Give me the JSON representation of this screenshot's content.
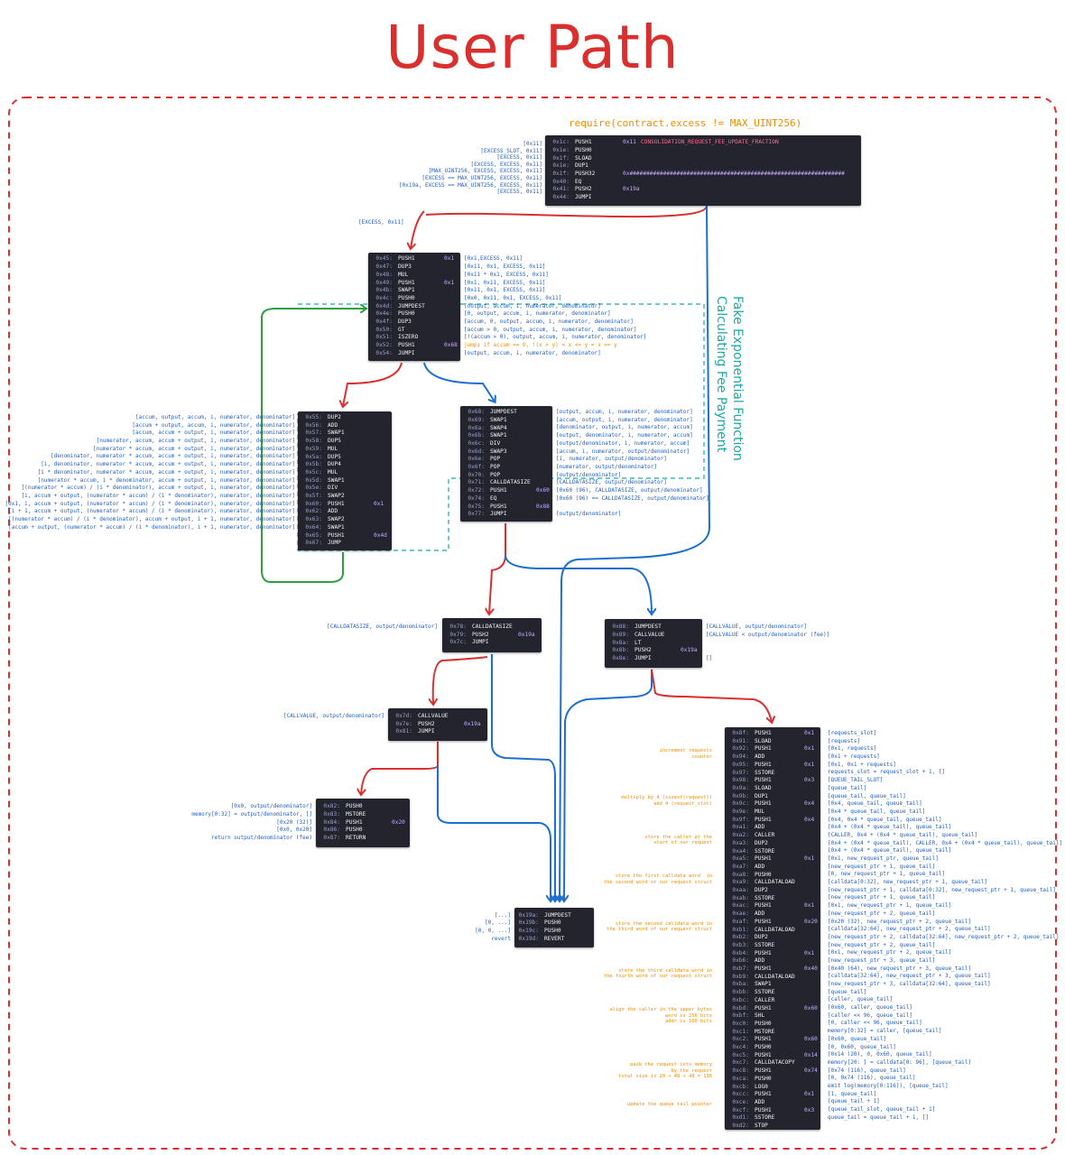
{
  "title": "User Path",
  "requirement": "require(contract.excess != MAX_UINT256)",
  "side_label": [
    "Fake Exponential Function",
    "Calculating Fee Payment"
  ],
  "edge_label": "[EXCESS, 0x11]",
  "colors": {
    "title": "#d9302f",
    "arrow_red": "#d9302f",
    "arrow_blue": "#1c6fd1",
    "arrow_green": "#2f9e44",
    "stack": "#1f5fbf",
    "note": "#f08c00",
    "block_bg": "#24242f",
    "dashed_teal": "#1aa9a9"
  },
  "blocks": [
    {
      "id": "check-excess",
      "rows": [
        {
          "pc": "0x1c:",
          "op": "PUSH1",
          "arg": "0x11",
          "arg2": "CONSOLIDATION_REQUEST_FEE_UPDATE_FRACTION"
        },
        {
          "pc": "0x1e:",
          "op": "PUSH0",
          "arg": ""
        },
        {
          "pc": "0x1f:",
          "op": "SLOAD",
          "arg": ""
        },
        {
          "pc": "0x1e:",
          "op": "DUP1",
          "arg": ""
        },
        {
          "pc": "0x1f:",
          "op": "PUSH32",
          "arg": "0x################################################################"
        },
        {
          "pc": "0x40:",
          "op": "EQ",
          "arg": ""
        },
        {
          "pc": "0x41:",
          "op": "PUSH2",
          "arg": "0x19a"
        },
        {
          "pc": "0x44:",
          "op": "JUMPI",
          "arg": ""
        }
      ],
      "stack_left": [
        "[0x11]",
        "[EXCESS_SLOT, 0x11]",
        "[EXCESS, 0x11]",
        "[EXCESS, EXCESS, 0x11]",
        "[MAX_UINT256, EXCESS, EXCESS, 0x11]",
        "[EXCESS == MAX_UINT256, EXCESS, 0x11]",
        "[0x19a, EXCESS == MAX_UINT256, EXCESS, 0x11]",
        "[EXCESS, 0x11]"
      ]
    },
    {
      "id": "fake-exp-init",
      "rows": [
        {
          "pc": "0x45:",
          "op": "PUSH1",
          "arg": "0x1"
        },
        {
          "pc": "0x47:",
          "op": "DUP3",
          "arg": ""
        },
        {
          "pc": "0x48:",
          "op": "MUL",
          "arg": ""
        },
        {
          "pc": "0x49:",
          "op": "PUSH1",
          "arg": "0x1"
        },
        {
          "pc": "0x4b:",
          "op": "SWAP1",
          "arg": ""
        },
        {
          "pc": "0x4c:",
          "op": "PUSH0",
          "arg": ""
        },
        {
          "pc": "0x4d:",
          "op": "JUMPDEST",
          "arg": ""
        },
        {
          "pc": "0x4e:",
          "op": "PUSH0",
          "arg": ""
        },
        {
          "pc": "0x4f:",
          "op": "DUP3",
          "arg": ""
        },
        {
          "pc": "0x50:",
          "op": "GT",
          "arg": ""
        },
        {
          "pc": "0x51:",
          "op": "ISZERO",
          "arg": ""
        },
        {
          "pc": "0x52:",
          "op": "PUSH1",
          "arg": "0x68"
        },
        {
          "pc": "0x54:",
          "op": "JUMPI",
          "arg": ""
        }
      ],
      "stack_right": [
        "[0x1,EXCESS, 0x11]",
        "[0x11, 0x1, EXCESS, 0x11]",
        "[0x11 * 0x1, EXCESS, 0x11]",
        "[0x1, 0x11, EXCESS, 0x11]",
        "[0x11, 0x1, EXCESS, 0x11]",
        "[0x0, 0x11, 0x1, EXCESS, 0x11]",
        "[output, accum, i, numerator, denominator]",
        "[0, output, accum, i, numerator, denominator]",
        "[accum, 0, output, accum, i, numerator, denominator]",
        "[accum > 0, output, accum, i, numerator, denominator]",
        "[!(accum > 0), output, accum, i, numerator, denominator]",
        "jumps if accum == 0, !(x > y) = x <= y = x == y",
        "[output, accum, i, numerator, denominator]"
      ]
    },
    {
      "id": "loop-body",
      "rows": [
        {
          "pc": "0x55:",
          "op": "DUP2",
          "arg": ""
        },
        {
          "pc": "0x56:",
          "op": "ADD",
          "arg": ""
        },
        {
          "pc": "0x57:",
          "op": "SWAP1",
          "arg": ""
        },
        {
          "pc": "0x58:",
          "op": "DUP5",
          "arg": ""
        },
        {
          "pc": "0x59:",
          "op": "MUL",
          "arg": ""
        },
        {
          "pc": "0x5a:",
          "op": "DUP5",
          "arg": ""
        },
        {
          "pc": "0x5b:",
          "op": "DUP4",
          "arg": ""
        },
        {
          "pc": "0x5c:",
          "op": "MUL",
          "arg": ""
        },
        {
          "pc": "0x5d:",
          "op": "SWAP1",
          "arg": ""
        },
        {
          "pc": "0x5e:",
          "op": "DIV",
          "arg": ""
        },
        {
          "pc": "0x5f:",
          "op": "SWAP2",
          "arg": ""
        },
        {
          "pc": "0x60:",
          "op": "PUSH1",
          "arg": "0x1"
        },
        {
          "pc": "0x62:",
          "op": "ADD",
          "arg": ""
        },
        {
          "pc": "0x63:",
          "op": "SWAP2",
          "arg": ""
        },
        {
          "pc": "0x64:",
          "op": "SWAP1",
          "arg": ""
        },
        {
          "pc": "0x65:",
          "op": "PUSH1",
          "arg": "0x4d"
        },
        {
          "pc": "0x67:",
          "op": "JUMP",
          "arg": ""
        }
      ],
      "stack_left": [
        "[accum, output, accum, i, numerator, denominator]",
        "[accum + output, accum, i, numerator, denominator]",
        "[accum, accum + output, i, numerator, denominator]",
        "[numerator, accum, accum + output, i, numerator, denominator]",
        "[numerator * accum, accum + output, i, numerator, denominator]",
        "[denominator, numerator * accum, accum + output, i, numerator, denominator]",
        "[i, denominator, numerator * accum, accum + output, i, numerator, denominator]",
        "[i * denominator, numerator * accum, accum + output, i, numerator, denominator]",
        "[numerator * accum, i * denominator, accum + output, i, numerator, denominator]",
        "[(numerator * accum) / (i * denominator), accum + output, i, numerator, denominator]",
        "[i, accum + output, (numerator * accum) / (i * denominator), numerator, denominator]",
        "[0x1, i, accum + output, (numerator * accum) / (i * denominator), numerator, denominator]",
        "[i + 1, accum + output, (numerator * accum) / (i * denominator), numerator, denominator]",
        "[(numerator * accum) / (i * denominator), accum + output, i + 1, numerator, denominator]",
        "[accum + output, (numerator * accum) / (i * denominator), i + 1, numerator, denominator]"
      ]
    },
    {
      "id": "loop-exit",
      "rows": [
        {
          "pc": "0x68:",
          "op": "JUMPDEST",
          "arg": ""
        },
        {
          "pc": "0x69:",
          "op": "SWAP1",
          "arg": ""
        },
        {
          "pc": "0x6a:",
          "op": "SWAP4",
          "arg": ""
        },
        {
          "pc": "0x6b:",
          "op": "SWAP1",
          "arg": ""
        },
        {
          "pc": "0x6c:",
          "op": "DIV",
          "arg": ""
        },
        {
          "pc": "0x6d:",
          "op": "SWAP3",
          "arg": ""
        },
        {
          "pc": "0x6e:",
          "op": "POP",
          "arg": ""
        },
        {
          "pc": "0x6f:",
          "op": "POP",
          "arg": ""
        },
        {
          "pc": "0x70:",
          "op": "POP",
          "arg": ""
        },
        {
          "pc": "0x71:",
          "op": "CALLDATASIZE",
          "arg": ""
        },
        {
          "pc": "0x72:",
          "op": "PUSH1",
          "arg": "0x60"
        },
        {
          "pc": "0x74:",
          "op": "EQ",
          "arg": ""
        },
        {
          "pc": "0x75:",
          "op": "PUSH1",
          "arg": "0x88"
        },
        {
          "pc": "0x77:",
          "op": "JUMPI",
          "arg": ""
        }
      ],
      "stack_right": [
        "[output, accum, i, numerator, denominator]",
        "[accum, output, i, numerator, denominator]",
        "[denominator, output, i, numerator, accum]",
        "[output, denominator, i, numerator, accum]",
        "[output/denominator, i, numerator, accum]",
        "[accum, i, numerator, output/denominator]",
        "[i, numerator, output/denominator]",
        "[numerator, output/denominator]",
        "[output/denominator]",
        "[CALLDATASIZE, output/denominator]",
        "[0x60 (96), CALLDATASIZE, output/denominator]",
        "[0x60 (96) == CALLDATASIZE, output/denominator]",
        "",
        "[output/denominator]"
      ]
    },
    {
      "id": "check-calldatasize",
      "rows": [
        {
          "pc": "0x78:",
          "op": "CALLDATASIZE",
          "arg": ""
        },
        {
          "pc": "0x79:",
          "op": "PUSH2",
          "arg": "0x19a"
        },
        {
          "pc": "0x7c:",
          "op": "JUMPI",
          "arg": ""
        }
      ],
      "stack_left": [
        "[CALLDATASIZE, output/denominator]"
      ]
    },
    {
      "id": "check-callvalue",
      "rows": [
        {
          "pc": "0x88:",
          "op": "JUMPDEST",
          "arg": ""
        },
        {
          "pc": "0x89:",
          "op": "CALLVALUE",
          "arg": ""
        },
        {
          "pc": "0x8a:",
          "op": "LT",
          "arg": ""
        },
        {
          "pc": "0x8b:",
          "op": "PUSH2",
          "arg": "0x19a"
        },
        {
          "pc": "0x8e:",
          "op": "JUMPI",
          "arg": ""
        }
      ],
      "stack_right": [
        "[CALLVALUE, output/denominator]",
        "[CALLVALUE < output/denominator (fee)]",
        "",
        "",
        "[]"
      ]
    },
    {
      "id": "get-fee",
      "rows": [
        {
          "pc": "0x7d:",
          "op": "CALLVALUE",
          "arg": ""
        },
        {
          "pc": "0x7e:",
          "op": "PUSH2",
          "arg": "0x19a"
        },
        {
          "pc": "0x81:",
          "op": "JUMPI",
          "arg": ""
        }
      ],
      "stack_left": [
        "[CALLVALUE, output/denominator]"
      ]
    },
    {
      "id": "return-fee",
      "rows": [
        {
          "pc": "0x82:",
          "op": "PUSH0",
          "arg": ""
        },
        {
          "pc": "0x83:",
          "op": "MSTORE",
          "arg": ""
        },
        {
          "pc": "0x84:",
          "op": "PUSH1",
          "arg": "0x20"
        },
        {
          "pc": "0x86:",
          "op": "PUSH0",
          "arg": ""
        },
        {
          "pc": "0x87:",
          "op": "RETURN",
          "arg": ""
        }
      ],
      "stack_left": [
        "[0x0, output/denominator]",
        "memory[0:32] = output/denominator, []",
        "[0x20 (32)]",
        "[0x0, 0x20]",
        "return output/denominator (fee)"
      ]
    },
    {
      "id": "revert",
      "rows": [
        {
          "pc": "0x19a:",
          "op": "JUMPDEST",
          "arg": ""
        },
        {
          "pc": "0x19b:",
          "op": "PUSH0",
          "arg": ""
        },
        {
          "pc": "0x19c:",
          "op": "PUSH0",
          "arg": ""
        },
        {
          "pc": "0x19d:",
          "op": "REVERT",
          "arg": ""
        }
      ],
      "stack_left": [
        "[...]",
        "[0, ...]",
        "[0, 0, ...]",
        "revert"
      ]
    },
    {
      "id": "store-request",
      "rows": [
        {
          "pc": "0x8f:",
          "op": "PUSH1",
          "arg": "0x1"
        },
        {
          "pc": "0x91:",
          "op": "SLOAD",
          "arg": ""
        },
        {
          "pc": "0x92:",
          "op": "PUSH1",
          "arg": "0x1"
        },
        {
          "pc": "0x94:",
          "op": "ADD",
          "arg": ""
        },
        {
          "pc": "0x95:",
          "op": "PUSH1",
          "arg": "0x1"
        },
        {
          "pc": "0x97:",
          "op": "SSTORE",
          "arg": ""
        },
        {
          "pc": "0x98:",
          "op": "PUSH1",
          "arg": "0x3"
        },
        {
          "pc": "0x9a:",
          "op": "SLOAD",
          "arg": ""
        },
        {
          "pc": "0x9b:",
          "op": "DUP1",
          "arg": ""
        },
        {
          "pc": "0x9c:",
          "op": "PUSH1",
          "arg": "0x4"
        },
        {
          "pc": "0x9e:",
          "op": "MUL",
          "arg": ""
        },
        {
          "pc": "0x9f:",
          "op": "PUSH1",
          "arg": "0x4"
        },
        {
          "pc": "0xa1:",
          "op": "ADD",
          "arg": ""
        },
        {
          "pc": "0xa2:",
          "op": "CALLER",
          "arg": ""
        },
        {
          "pc": "0xa3:",
          "op": "DUP2",
          "arg": ""
        },
        {
          "pc": "0xa4:",
          "op": "SSTORE",
          "arg": ""
        },
        {
          "pc": "0xa5:",
          "op": "PUSH1",
          "arg": "0x1"
        },
        {
          "pc": "0xa7:",
          "op": "ADD",
          "arg": ""
        },
        {
          "pc": "0xa8:",
          "op": "PUSH0",
          "arg": ""
        },
        {
          "pc": "0xa9:",
          "op": "CALLDATALOAD",
          "arg": ""
        },
        {
          "pc": "0xaa:",
          "op": "DUP2",
          "arg": ""
        },
        {
          "pc": "0xab:",
          "op": "SSTORE",
          "arg": ""
        },
        {
          "pc": "0xac:",
          "op": "PUSH1",
          "arg": "0x1"
        },
        {
          "pc": "0xae:",
          "op": "ADD",
          "arg": ""
        },
        {
          "pc": "0xaf:",
          "op": "PUSH1",
          "arg": "0x20"
        },
        {
          "pc": "0xb1:",
          "op": "CALLDATALOAD",
          "arg": ""
        },
        {
          "pc": "0xb2:",
          "op": "DUP2",
          "arg": ""
        },
        {
          "pc": "0xb3:",
          "op": "SSTORE",
          "arg": ""
        },
        {
          "pc": "0xb4:",
          "op": "PUSH1",
          "arg": "0x1"
        },
        {
          "pc": "0xb6:",
          "op": "ADD",
          "arg": ""
        },
        {
          "pc": "0xb7:",
          "op": "PUSH1",
          "arg": "0x40"
        },
        {
          "pc": "0xb9:",
          "op": "CALLDATALOAD",
          "arg": ""
        },
        {
          "pc": "0xba:",
          "op": "SWAP1",
          "arg": ""
        },
        {
          "pc": "0xbb:",
          "op": "SSTORE",
          "arg": ""
        },
        {
          "pc": "0xbc:",
          "op": "CALLER",
          "arg": ""
        },
        {
          "pc": "0xbd:",
          "op": "PUSH1",
          "arg": "0x60"
        },
        {
          "pc": "0xbf:",
          "op": "SHL",
          "arg": ""
        },
        {
          "pc": "0xc0:",
          "op": "PUSH0",
          "arg": ""
        },
        {
          "pc": "0xc1:",
          "op": "MSTORE",
          "arg": ""
        },
        {
          "pc": "0xc2:",
          "op": "PUSH1",
          "arg": "0x60"
        },
        {
          "pc": "0xc4:",
          "op": "PUSH0",
          "arg": ""
        },
        {
          "pc": "0xc5:",
          "op": "PUSH1",
          "arg": "0x14"
        },
        {
          "pc": "0xc7:",
          "op": "CALLDATACOPY",
          "arg": ""
        },
        {
          "pc": "0xc8:",
          "op": "PUSH1",
          "arg": "0x74"
        },
        {
          "pc": "0xca:",
          "op": "PUSH0",
          "arg": ""
        },
        {
          "pc": "0xcb:",
          "op": "LOG0",
          "arg": ""
        },
        {
          "pc": "0xcc:",
          "op": "PUSH1",
          "arg": "0x1"
        },
        {
          "pc": "0xce:",
          "op": "ADD",
          "arg": ""
        },
        {
          "pc": "0xcf:",
          "op": "PUSH1",
          "arg": "0x3"
        },
        {
          "pc": "0xd1:",
          "op": "SSTORE",
          "arg": ""
        },
        {
          "pc": "0xd2:",
          "op": "STOP",
          "arg": ""
        }
      ],
      "stack_right": [
        "[requests_slot]",
        "[requests]",
        "[0x1, requests]",
        "[0x1 + requests]",
        "[0x1, 0x1 + requests]",
        "requests_slot = request_slot + 1, []",
        "[QUEUE_TAIL_SLOT]",
        "[queue_tail]",
        "[queue_tail, queue_tail]",
        "[0x4, queue_tail, queue_tail]",
        "[0x4 * queue_tail, queue_tail]",
        "[0x4, 0x4 * queue_tail, queue_tail]",
        "[0x4 + (0x4 * queue_tail), queue_tail]",
        "[CALLER, 0x4 + (0x4 * queue_tail), queue_tail]",
        "[0x4 + (0x4 * queue_tail), CALLER, 0x4 + (0x4 * queue_tail), queue_tail]",
        "[0x4 + (0x4 * queue_tail), queue_tail]",
        "[0x1, new_request_ptr, queue_tail]",
        "[new_request_ptr + 1, queue_tail]",
        "[0, new_request_ptr + 1, queue_tail]",
        "[calldata[0:32], new_request_ptr + 1, queue_tail]",
        "[new_request_ptr + 1, calldata[0:32], new_request_ptr + 1, queue_tail]",
        "[new_request_ptr + 1, queue_tail]",
        "[0x1, new_request_ptr + 1, queue_tail]",
        "[new_request_ptr + 2, queue_tail]",
        "[0x20 (32), new_request_ptr + 2, queue_tail]",
        "[calldata[32:64], new_request_ptr + 2, queue_tail]",
        "[new_request_ptr + 2, calldata[32:64], new_request_ptr + 2, queue_tail]",
        "[new_request_ptr + 2, queue_tail]",
        "[0x1, new_request_ptr + 2, queue_tail]",
        "[new_request_ptr + 3, queue_tail]",
        "[0x40 (64), new_request_ptr + 3, queue_tail]",
        "[calldata[32:64], new_request_ptr + 3, queue_tail]",
        "[new_request_ptr + 3, calldata[32:64], queue_tail]",
        "[queue_tail]",
        "[caller, queue_tail]",
        "[0x60, caller, queue_tail]",
        "[caller << 96, queue_tail]",
        "[0, caller << 96, queue_tail]",
        "memory[0:32] = caller, [queue_tail]",
        "[0x60, queue_tail]",
        "[0, 0x60, queue_tail]",
        "[0x14 (20), 0, 0x60, queue_tail]",
        "memory[20: ] = calldata[0: 96], [queue_tail]",
        "[0x74 (116), queue_tail]",
        "[0, 0x74 (116), queue_tail]",
        "emit log(memory[0:116]), [queue_tail]",
        "[1, queue_tail]",
        "[queue_tail + 1]",
        "[queue_tail_slot, queue_tail + 1]",
        "queue_tail = queue_tail + 1, []",
        ""
      ],
      "notes": [
        {
          "row": 3,
          "text": "increment requests\ncounter"
        },
        {
          "row": 9,
          "text": "multiply by 4 (sizeof(request))\nadd 4 (request_slot)"
        },
        {
          "row": 14,
          "text": "store the caller at the\nstart of our request"
        },
        {
          "row": 19,
          "text": "store the first calldata word  in\nthe second word or our request struct"
        },
        {
          "row": 25,
          "text": "store the second calldata word in\nthe third word of our request struct"
        },
        {
          "row": 31,
          "text": "store the third calldata word in\nthe fourth word of our request struct"
        },
        {
          "row": 36,
          "text": "align the caller in the upper bytes\nword is 256 bits\naddr is 160 bits"
        },
        {
          "row": 43,
          "text": "pack the request into memory\nby the request\ntotal size is 20 + 48 + 48 = 116"
        },
        {
          "row": 48,
          "text": "update the queue tail pointer"
        }
      ]
    }
  ]
}
